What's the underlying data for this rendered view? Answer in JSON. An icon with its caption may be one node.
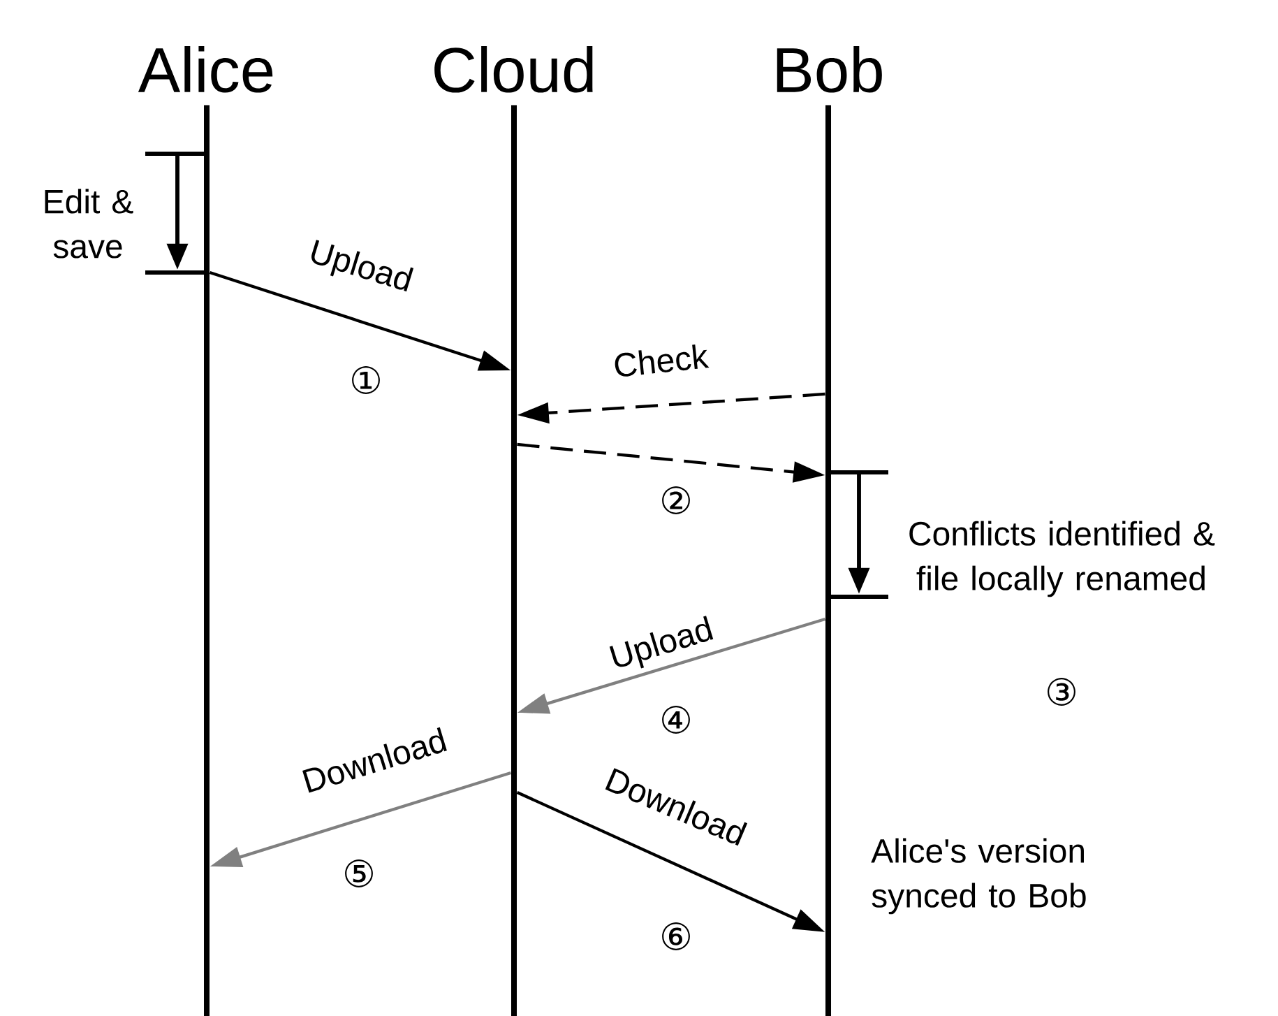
{
  "diagram": {
    "nodes": [
      {
        "text": [
          "Alice"
        ]
      },
      {
        "text": [
          "Cloud"
        ]
      },
      {
        "text": [
          "Bob"
        ]
      }
    ],
    "edges": [
      {
        "from": 0,
        "to": 1,
        "arrow": "to",
        "label": "Upload"
      },
      {
        "from": 2,
        "to": 1,
        "arrow": "to",
        "label": "Check",
        "style": "dashed"
      },
      {
        "from": 1,
        "to": 2,
        "arrow": "to",
        "style": "dashed"
      },
      {
        "from": 2,
        "to": 1,
        "arrow": "to",
        "label": "Upload",
        "color": "#808080"
      },
      {
        "from": 1,
        "to": 0,
        "arrow": "to",
        "label": "Download",
        "color": "#808080"
      },
      {
        "from": 1,
        "to": 2,
        "arrow": "to",
        "label": "Download"
      }
    ],
    "labels": [
      "Edit & save",
      "①",
      "②",
      "Conflicts identified & file locally renamed",
      "③",
      "④",
      "⑤",
      "Alice's version synced to Bob",
      "⑥"
    ]
  }
}
